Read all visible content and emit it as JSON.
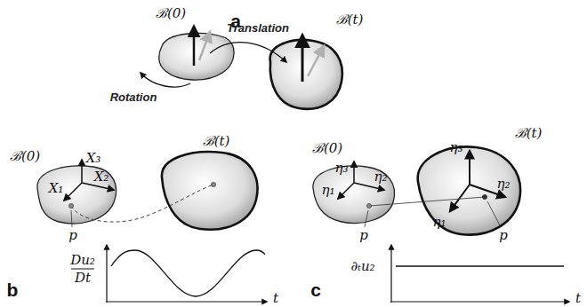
{
  "diagram": {
    "labels": [
      "a",
      "ℬ(0)",
      "Translation",
      "ℬ(t)",
      "Rotation",
      "ℬ(0)",
      "X₃",
      "ℬ(t)",
      "X₂",
      "X₁",
      "p",
      "Du₂",
      "Dt",
      "b",
      "t",
      "ℬ(0)",
      "η₃",
      "η₂",
      "η₁",
      "p",
      "η₃",
      "η₂",
      "η₁",
      "ℬ(t)",
      "p",
      "∂ₜu₂",
      "c",
      "t"
    ]
  }
}
